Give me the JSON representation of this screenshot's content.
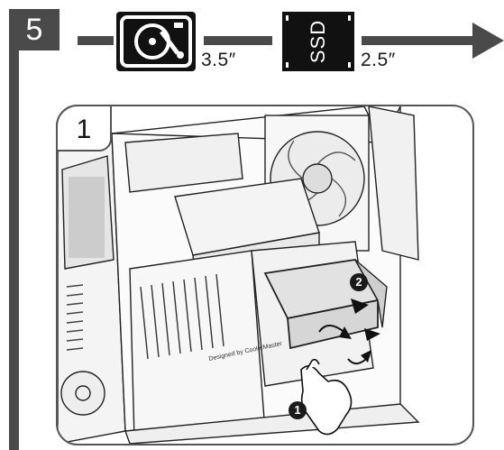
{
  "step": {
    "number": "5"
  },
  "drives": {
    "hdd": {
      "icon": "hard-drive-icon",
      "size_label": "3.5″"
    },
    "ssd": {
      "text": "SSD",
      "size_label": "2.5″"
    }
  },
  "panel": {
    "number": "1",
    "callouts": [
      "1",
      "2"
    ],
    "rail_text": "Designed by CoolerMaster"
  },
  "colors": {
    "dark": "#4a4a4a",
    "black": "#111111",
    "line": "#555555"
  }
}
